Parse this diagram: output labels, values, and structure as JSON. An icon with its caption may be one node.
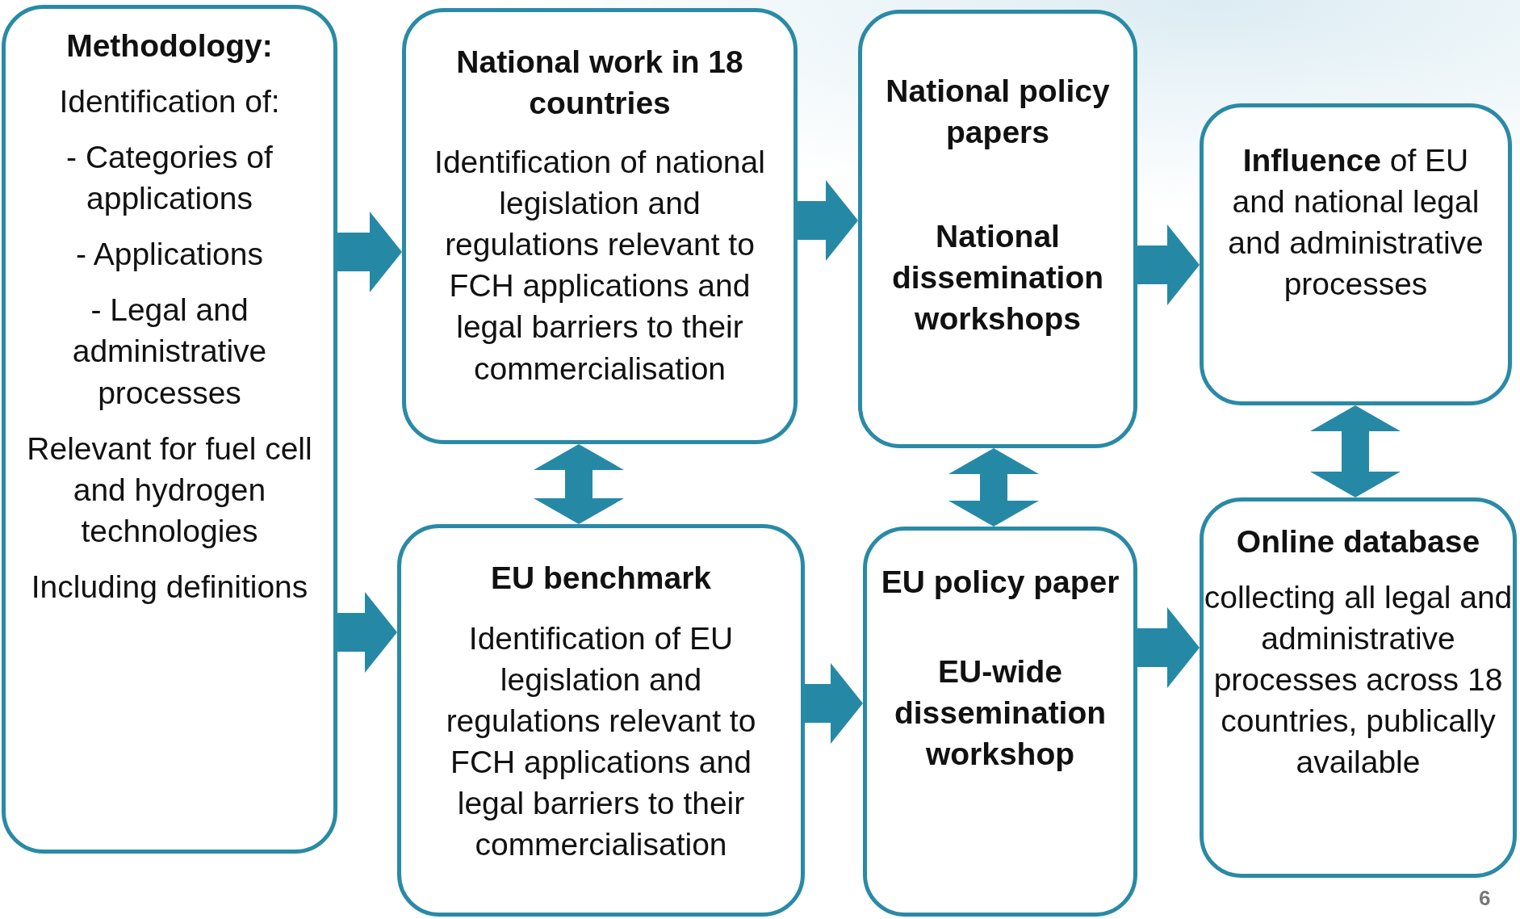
{
  "diagram": {
    "nodes": [
      {
        "text": [
          "**Methodology**:",
          "Identification of:",
          "- Categories of applications",
          "- Applications",
          "- Legal and administrative processes",
          "Relevant for fuel cell and hydrogen technologies",
          "Including definitions"
        ]
      },
      {
        "text": [
          "National work in 18 countries",
          "Identification of national legislation and regulations relevant to FCH applications and legal barriers to their commercialisation"
        ]
      },
      {
        "text": [
          "National policy papers",
          "National dissemination workshops"
        ]
      },
      {
        "text": [
          "**Influence** of EU and national legal and administrative processes"
        ]
      },
      {
        "text": [
          "EU benchmark",
          "Identification of EU legislation and regulations relevant to FCH applications and legal barriers to their commercialisation"
        ]
      },
      {
        "text": [
          "EU policy paper",
          "EU-wide dissemination workshop"
        ]
      },
      {
        "text": [
          "Online database",
          "collecting all legal and administrative processes across 18 countries, publically available"
        ]
      }
    ],
    "edges": [
      {
        "from": 0,
        "to": 1,
        "arrow": "to"
      },
      {
        "from": 0,
        "to": 4,
        "arrow": "to"
      },
      {
        "from": 1,
        "to": 2,
        "arrow": "to"
      },
      {
        "from": 1,
        "to": 4,
        "arrow": "both"
      },
      {
        "from": 2,
        "to": 3,
        "arrow": "to"
      },
      {
        "from": 2,
        "to": 5,
        "arrow": "both"
      },
      {
        "from": 4,
        "to": 5,
        "arrow": "to"
      },
      {
        "from": 5,
        "to": 6,
        "arrow": "to"
      },
      {
        "from": 3,
        "to": 6,
        "arrow": "both"
      }
    ],
    "labels": [
      "6"
    ]
  }
}
